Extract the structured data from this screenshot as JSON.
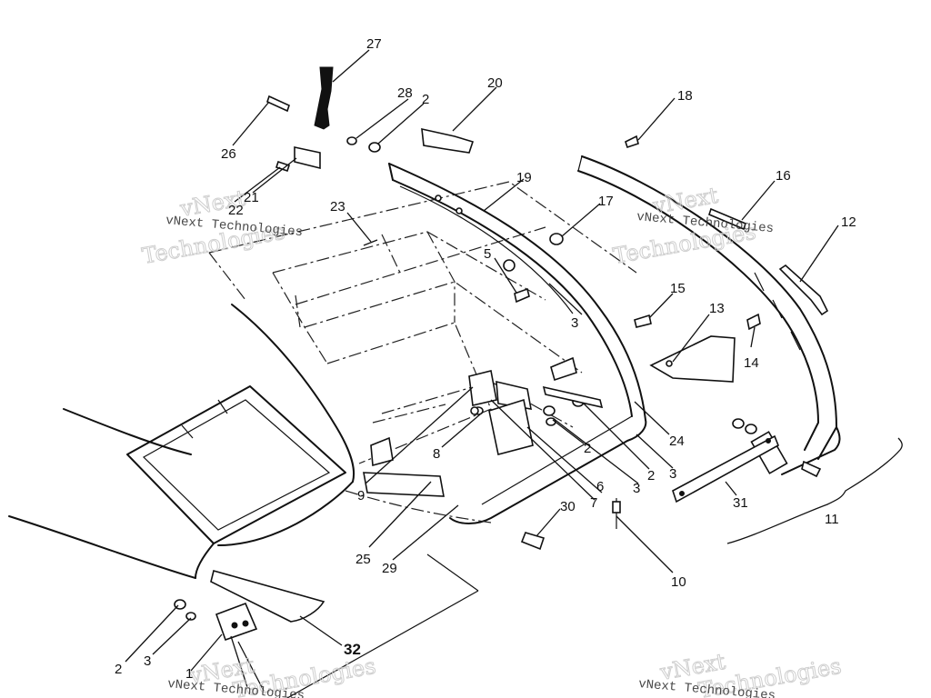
{
  "watermark": {
    "line1": "vNext",
    "line2": "Technologies",
    "caption": "vNext Technologies"
  },
  "callouts": {
    "c1": "1",
    "c2": "2",
    "c3": "3",
    "c5": "5",
    "c6": "6",
    "c7": "7",
    "c8": "8",
    "c9": "9",
    "c10": "10",
    "c11": "11",
    "c12": "12",
    "c13": "13",
    "c14": "14",
    "c15": "15",
    "c16": "16",
    "c17": "17",
    "c18": "18",
    "c19": "19",
    "c20": "20",
    "c21": "21",
    "c22": "22",
    "c23": "23",
    "c24": "24",
    "c25": "25",
    "c26": "26",
    "c27": "27",
    "c28": "28",
    "c29": "29",
    "c30": "30",
    "c31": "31",
    "c32": "32"
  }
}
